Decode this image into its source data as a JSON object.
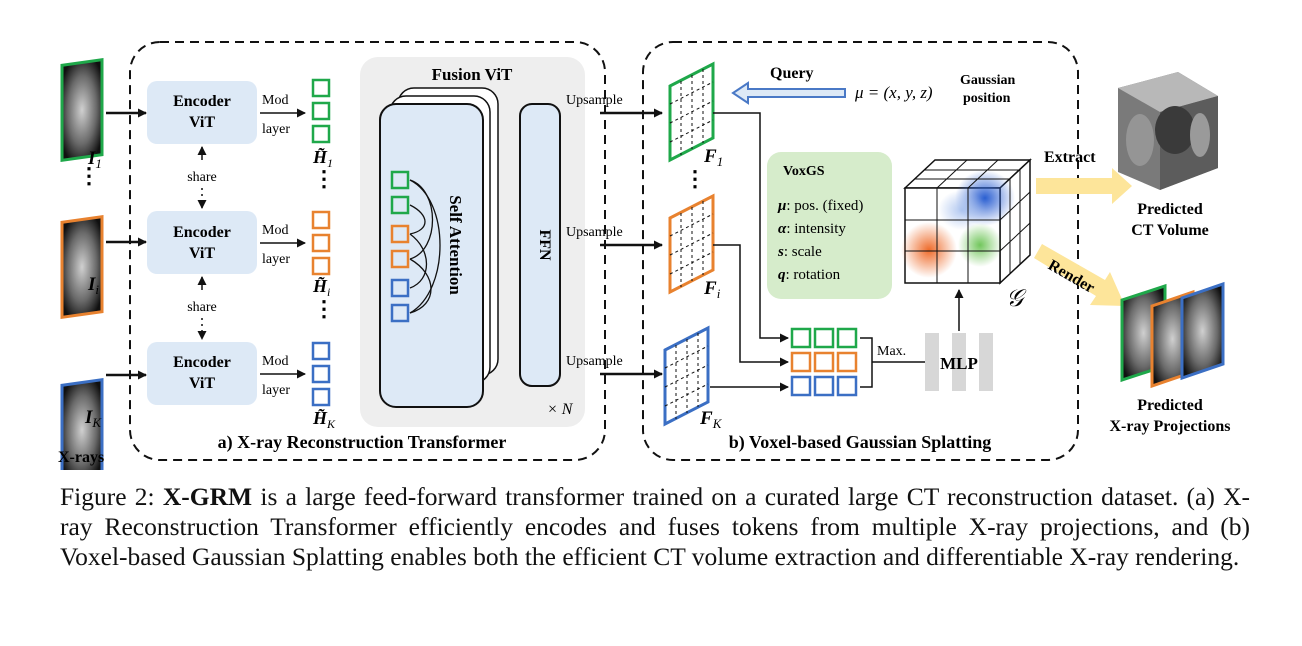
{
  "diagram": {
    "xray_label": "X-rays",
    "inputs": [
      {
        "label": "I",
        "sub": "1"
      },
      {
        "label": "I",
        "sub": "i"
      },
      {
        "label": "I",
        "sub": "K"
      }
    ],
    "encoder_line1": "Encoder",
    "encoder_line2": "ViT",
    "share": "share",
    "mod": "Mod",
    "layer": "layer",
    "tokens": [
      {
        "label": "H̃",
        "sub": "1"
      },
      {
        "label": "H̃",
        "sub": "i"
      },
      {
        "label": "H̃",
        "sub": "K"
      }
    ],
    "fusion_title": "Fusion ViT",
    "self_attention": "Self Attention",
    "ffn": "FFN",
    "times_n": "× N",
    "upsample": "Upsample",
    "section_a": "a) X-ray Reconstruction Transformer",
    "section_b": "b) Voxel-based Gaussian Splatting",
    "features": [
      {
        "label": "F",
        "sub": "1"
      },
      {
        "label": "F",
        "sub": "i"
      },
      {
        "label": "F",
        "sub": "K"
      }
    ],
    "query": "Query",
    "mu_eq": "μ = (x, y, z)",
    "gaussian_pos_1": "Gaussian",
    "gaussian_pos_2": "position",
    "voxgs": {
      "title": "VoxGS",
      "items": [
        {
          "sym": "μ",
          "text": ": pos. (fixed)"
        },
        {
          "sym": "α",
          "text": ": intensity"
        },
        {
          "sym": "s",
          "text": ": scale"
        },
        {
          "sym": "q",
          "text": ": rotation"
        }
      ]
    },
    "max": "Max.",
    "mlp": "MLP",
    "g_symbol": "𝒢",
    "extract": "Extract",
    "render": "Render",
    "pred_ct_1": "Predicted",
    "pred_ct_2": "CT Volume",
    "pred_xray_1": "Predicted",
    "pred_xray_2": "X-ray Projections",
    "vdots": "⋮",
    "colors": {
      "green": "#1fa84a",
      "orange": "#e8822f",
      "blue": "#3b6fc4",
      "encoder_bg": "#dde9f6",
      "voxgs_bg": "#d6eccb"
    }
  },
  "caption": {
    "prefix": "Figure 2: ",
    "bold": "X-GRM",
    "rest": " is a large feed-forward transformer trained on a curated large CT reconstruction dataset. (a) X-ray Reconstruction Transformer efficiently encodes and fuses tokens from multiple X-ray projections, and (b) Voxel-based Gaussian Splatting enables both the efficient CT volume extraction and differentiable X-ray rendering."
  }
}
